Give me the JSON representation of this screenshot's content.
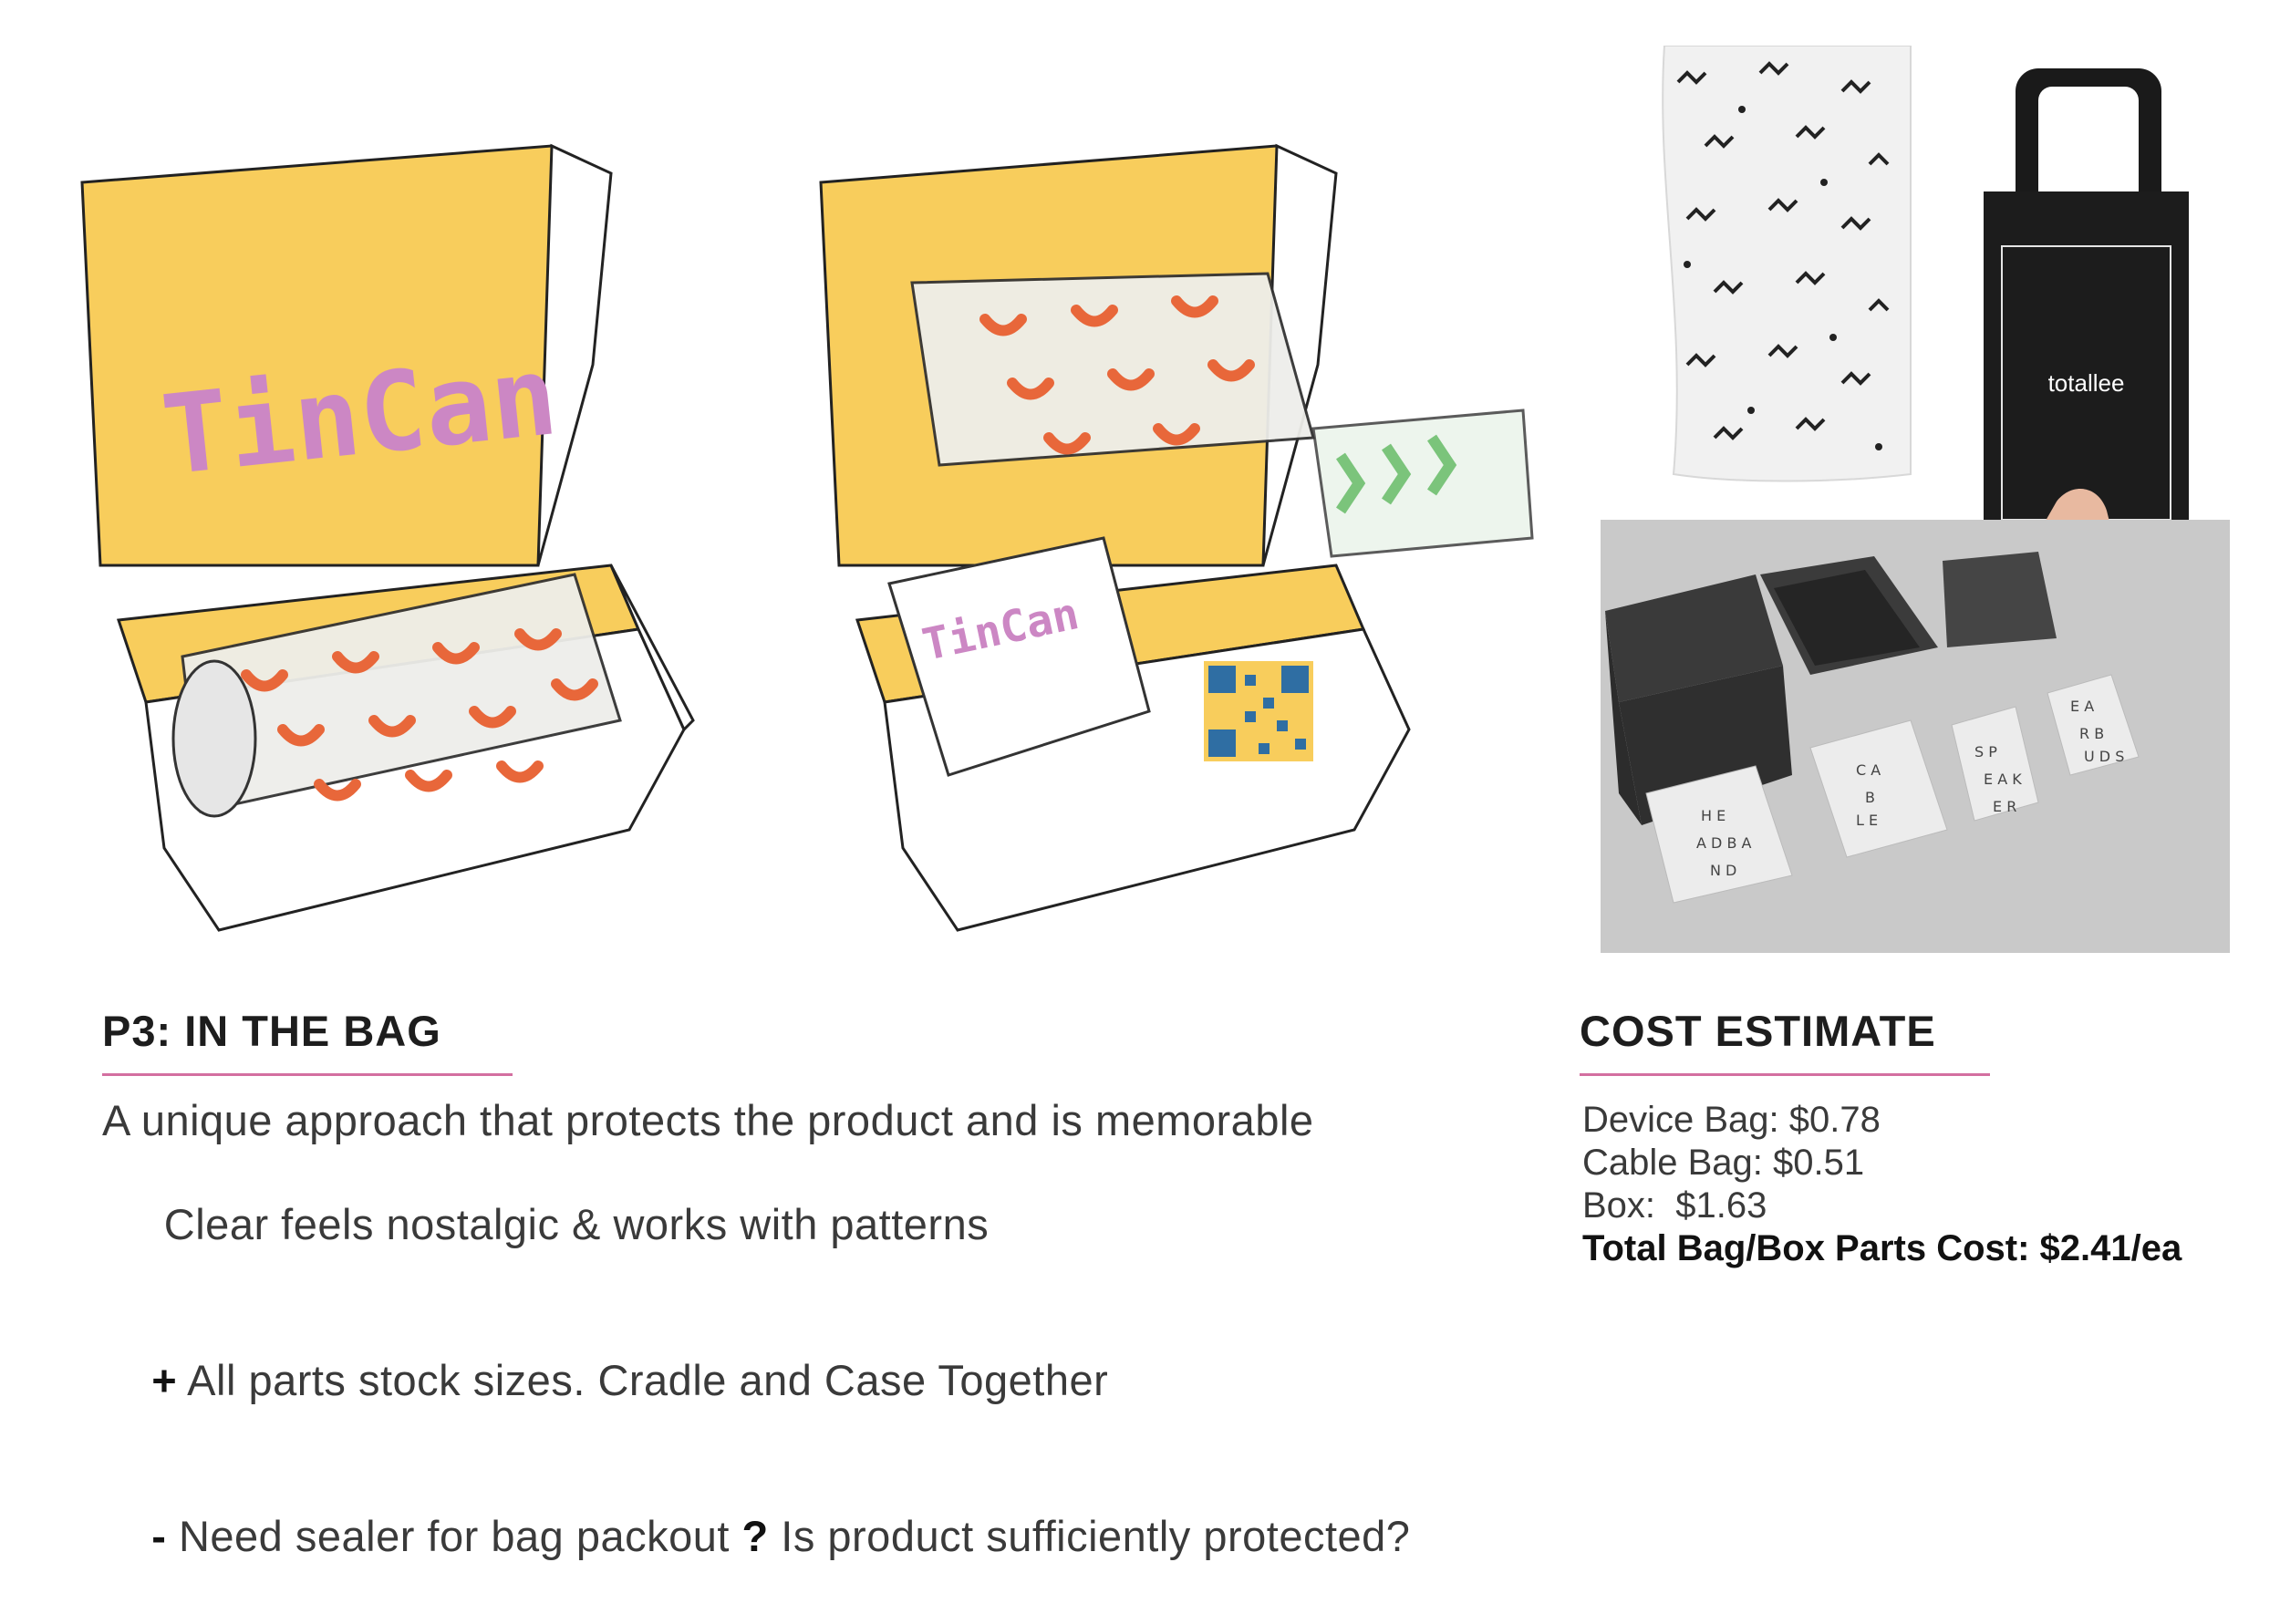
{
  "sketches": {
    "brand_text": "TinCan"
  },
  "photos": {
    "phone_bag_label": "totallee",
    "pouch_letters": {
      "headband": [
        "H",
        "E",
        "A",
        "D",
        "B",
        "A",
        "N",
        "D"
      ],
      "cable": [
        "C",
        "A",
        "B",
        "L",
        "E"
      ],
      "speaker": [
        "S",
        "P",
        "E",
        "A",
        "K",
        "E",
        "R"
      ],
      "earbuds": [
        "E",
        "A",
        "R",
        "B",
        "U",
        "D",
        "S"
      ]
    }
  },
  "left": {
    "title": "P3: IN THE BAG",
    "lines": [
      {
        "mark": "",
        "text": "A unique approach that protects the product and is memorable"
      },
      {
        "mark": "",
        "text": " Clear feels nostalgic & works with patterns"
      },
      {
        "mark": "+",
        "text": " All parts stock sizes. Cradle and Case Together"
      },
      {
        "mark": "-",
        "text": " Need sealer for bag packout ",
        "mark2": "?",
        "text2": " Is product sufficiently protected?"
      }
    ]
  },
  "right": {
    "title": "COST ESTIMATE",
    "items": [
      "Device Bag: $0.78",
      "Cable Bag: $0.51",
      "Box:  $1.63"
    ],
    "total": "Total Bag/Box Parts Cost: $2.41/ea"
  },
  "colors": {
    "box_interior": "#f8cd5c",
    "pattern": "#e8673a",
    "logo": "#cc87c4",
    "accent_rule": "#d36fa0",
    "qr": "#2f6ea3"
  }
}
